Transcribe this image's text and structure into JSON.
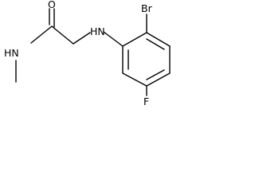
{
  "molecule": {
    "atoms": {
      "oxygen": "O",
      "amide_nitrogen": "HN",
      "amine_nitrogen": "HN",
      "bromine": "Br",
      "fluorine": "F"
    }
  }
}
